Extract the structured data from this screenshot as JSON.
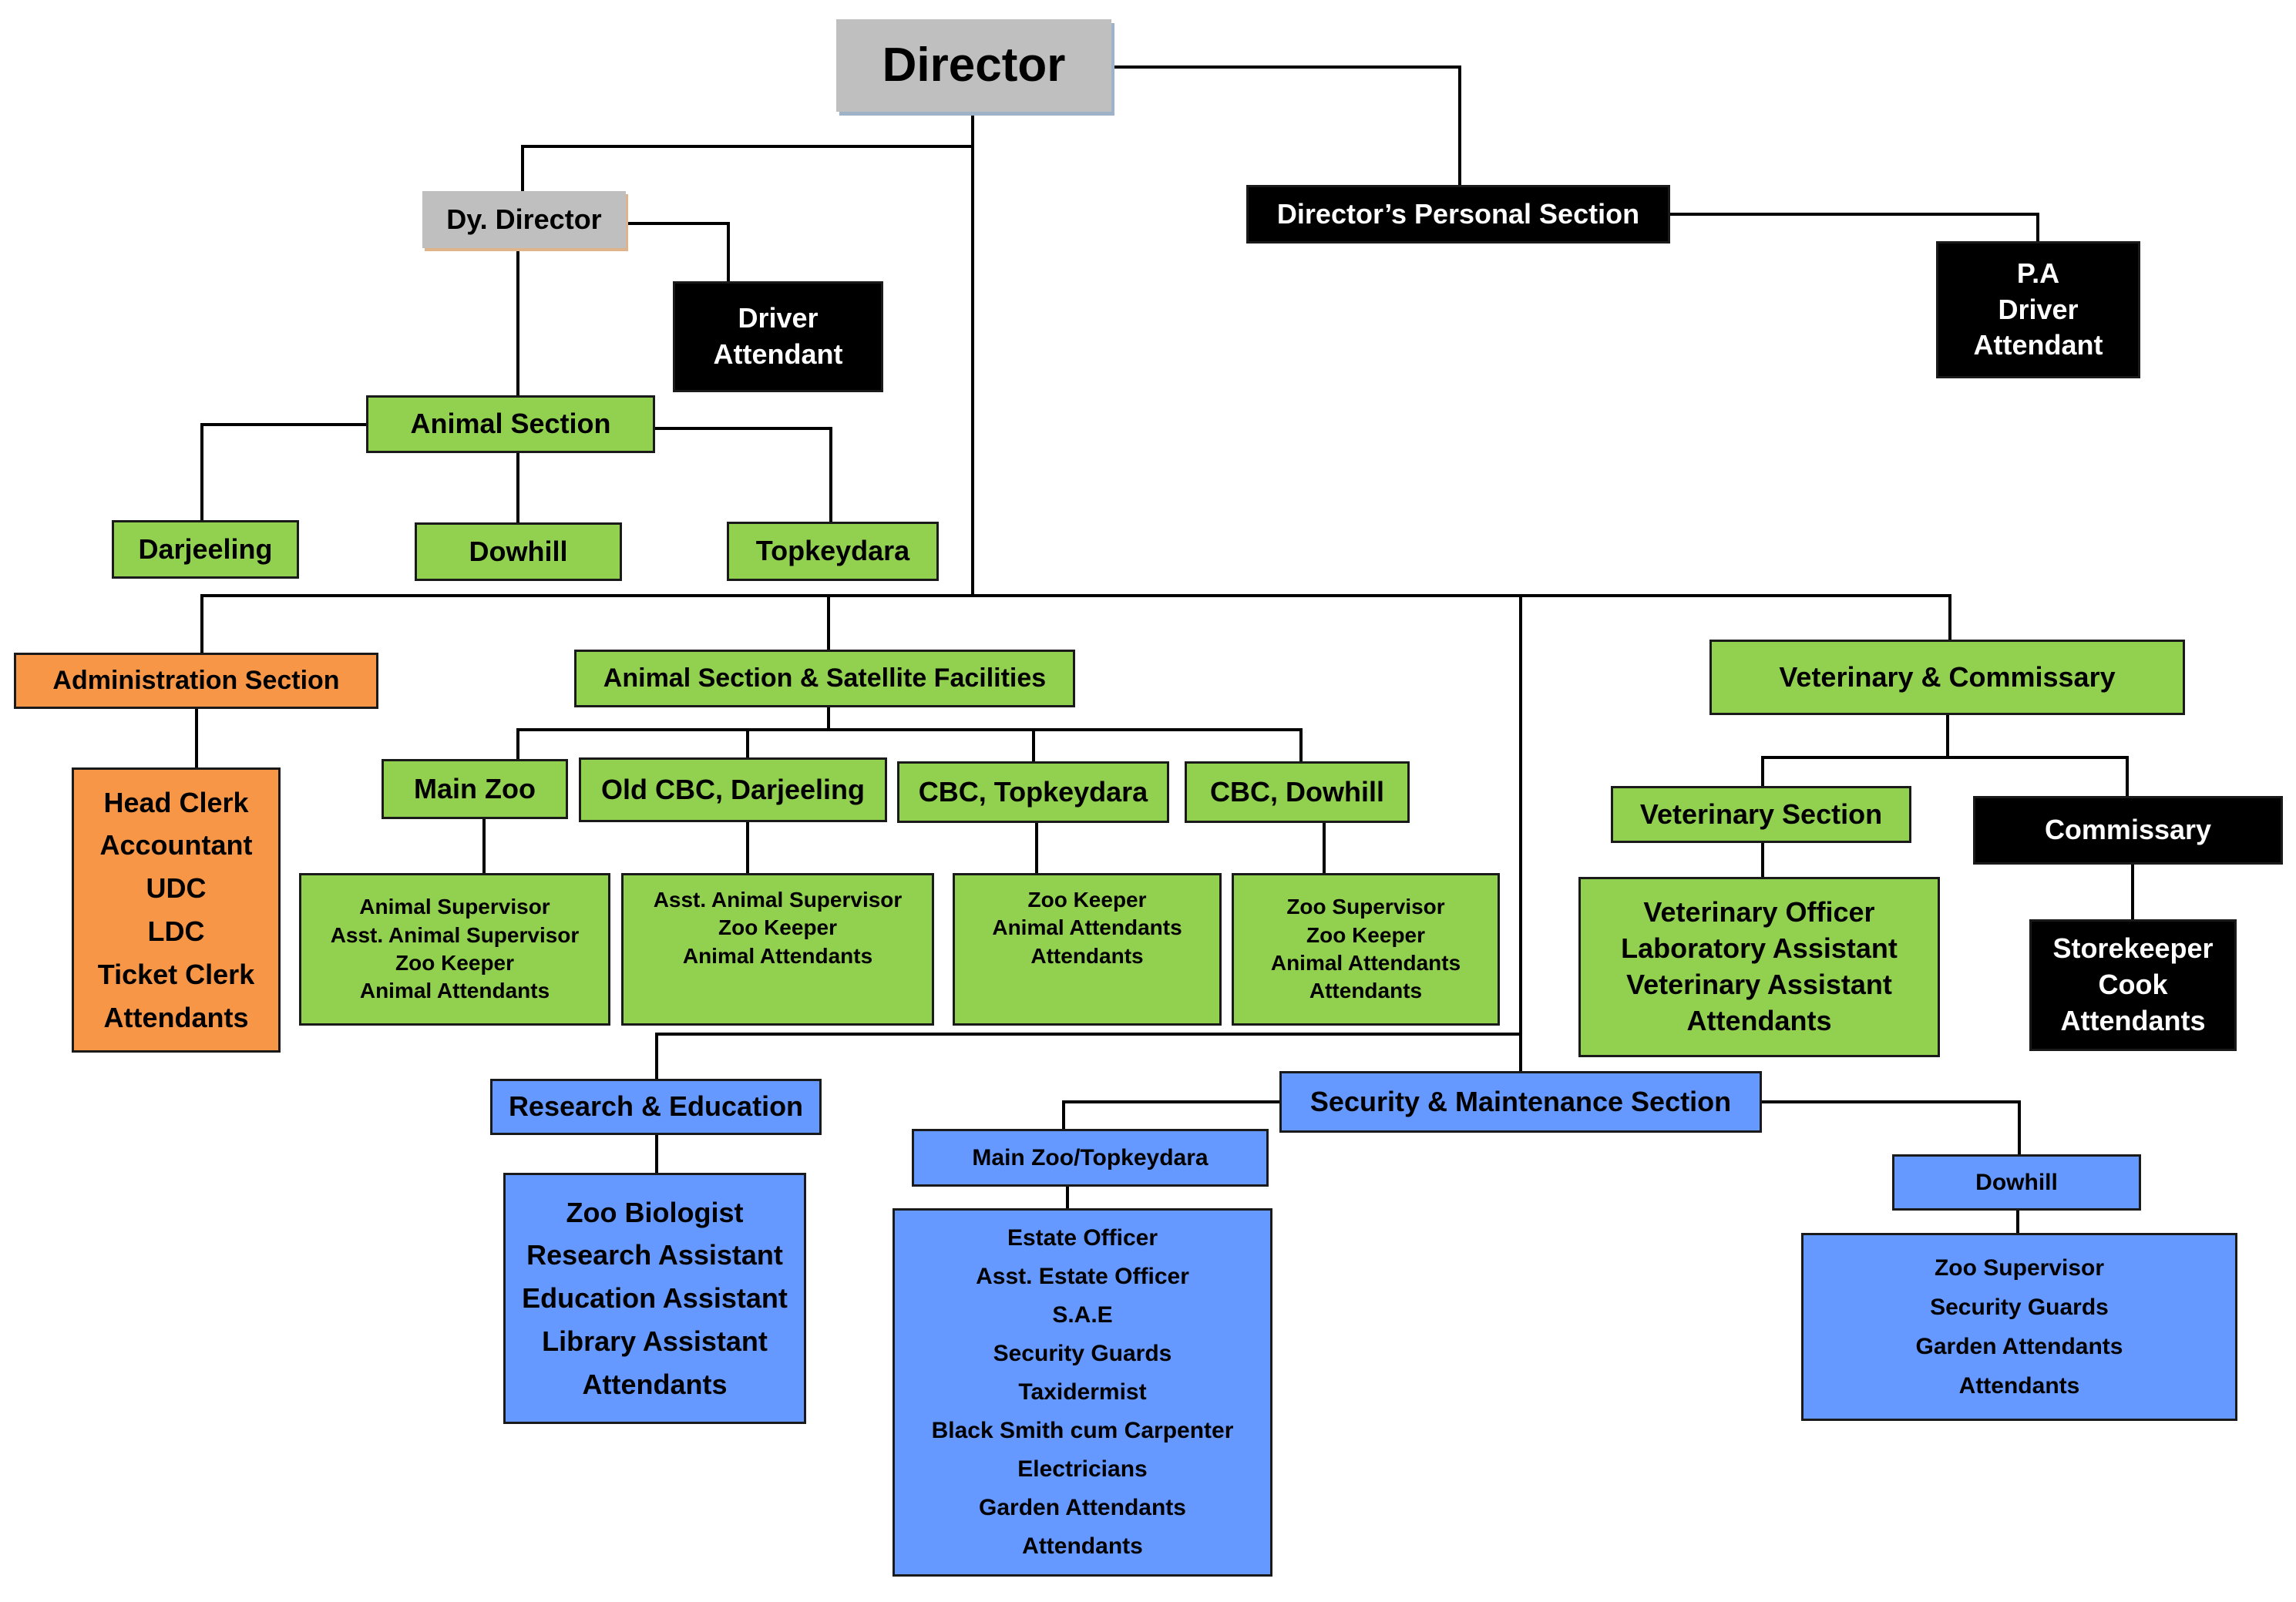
{
  "colors": {
    "green": "#92d050",
    "orange": "#f79646",
    "blue": "#6699ff",
    "black": "#000000",
    "gray": "#bfbfbf"
  },
  "director": "Director",
  "dy_director": "Dy. Director",
  "dy_director_staff": [
    "Driver",
    "Attendant"
  ],
  "personal_section": "Director’s Personal Section",
  "personal_staff": [
    "P.A",
    "Driver",
    "Attendant"
  ],
  "animal_section": {
    "title": "Animal Section",
    "units": [
      "Darjeeling",
      "Dowhill",
      "Topkeydara"
    ]
  },
  "administration": {
    "title": "Administration Section",
    "staff": [
      "Head Clerk",
      "Accountant",
      "UDC",
      "LDC",
      "Ticket Clerk",
      "Attendants"
    ]
  },
  "satellite": {
    "title": "Animal Section & Satellite Facilities",
    "units": [
      {
        "name": "Main Zoo",
        "staff": [
          "Animal Supervisor",
          "Asst. Animal Supervisor",
          "Zoo Keeper",
          "Animal Attendants"
        ]
      },
      {
        "name": "Old CBC, Darjeeling",
        "staff": [
          "Asst. Animal Supervisor",
          "Zoo Keeper",
          "Animal Attendants"
        ]
      },
      {
        "name": "CBC, Topkeydara",
        "staff": [
          "Zoo Keeper",
          "Animal Attendants",
          "Attendants"
        ]
      },
      {
        "name": "CBC, Dowhill",
        "staff": [
          "Zoo Supervisor",
          "Zoo Keeper",
          "Animal Attendants",
          "Attendants"
        ]
      }
    ]
  },
  "veterinary": {
    "title": "Veterinary & Commissary",
    "vet_section": "Veterinary Section",
    "vet_staff": [
      "Veterinary Officer",
      "Laboratory Assistant",
      "Veterinary Assistant",
      "Attendants"
    ],
    "commissary": "Commissary",
    "commissary_staff": [
      "Storekeeper",
      "Cook",
      "Attendants"
    ]
  },
  "research": {
    "title": "Research & Education",
    "staff": [
      "Zoo Biologist",
      "Research Assistant",
      "Education Assistant",
      "Library Assistant",
      "Attendants"
    ]
  },
  "security": {
    "title": "Security & Maintenance Section",
    "main": "Main Zoo/Topkeydara",
    "main_staff": [
      "Estate Officer",
      "Asst. Estate Officer",
      "S.A.E",
      "Security Guards",
      "Taxidermist",
      "Black Smith cum Carpenter",
      "Electricians",
      "Garden Attendants",
      "Attendants"
    ],
    "dowhill": "Dowhill",
    "dowhill_staff": [
      "Zoo Supervisor",
      "Security Guards",
      "Garden Attendants",
      "Attendants"
    ]
  }
}
